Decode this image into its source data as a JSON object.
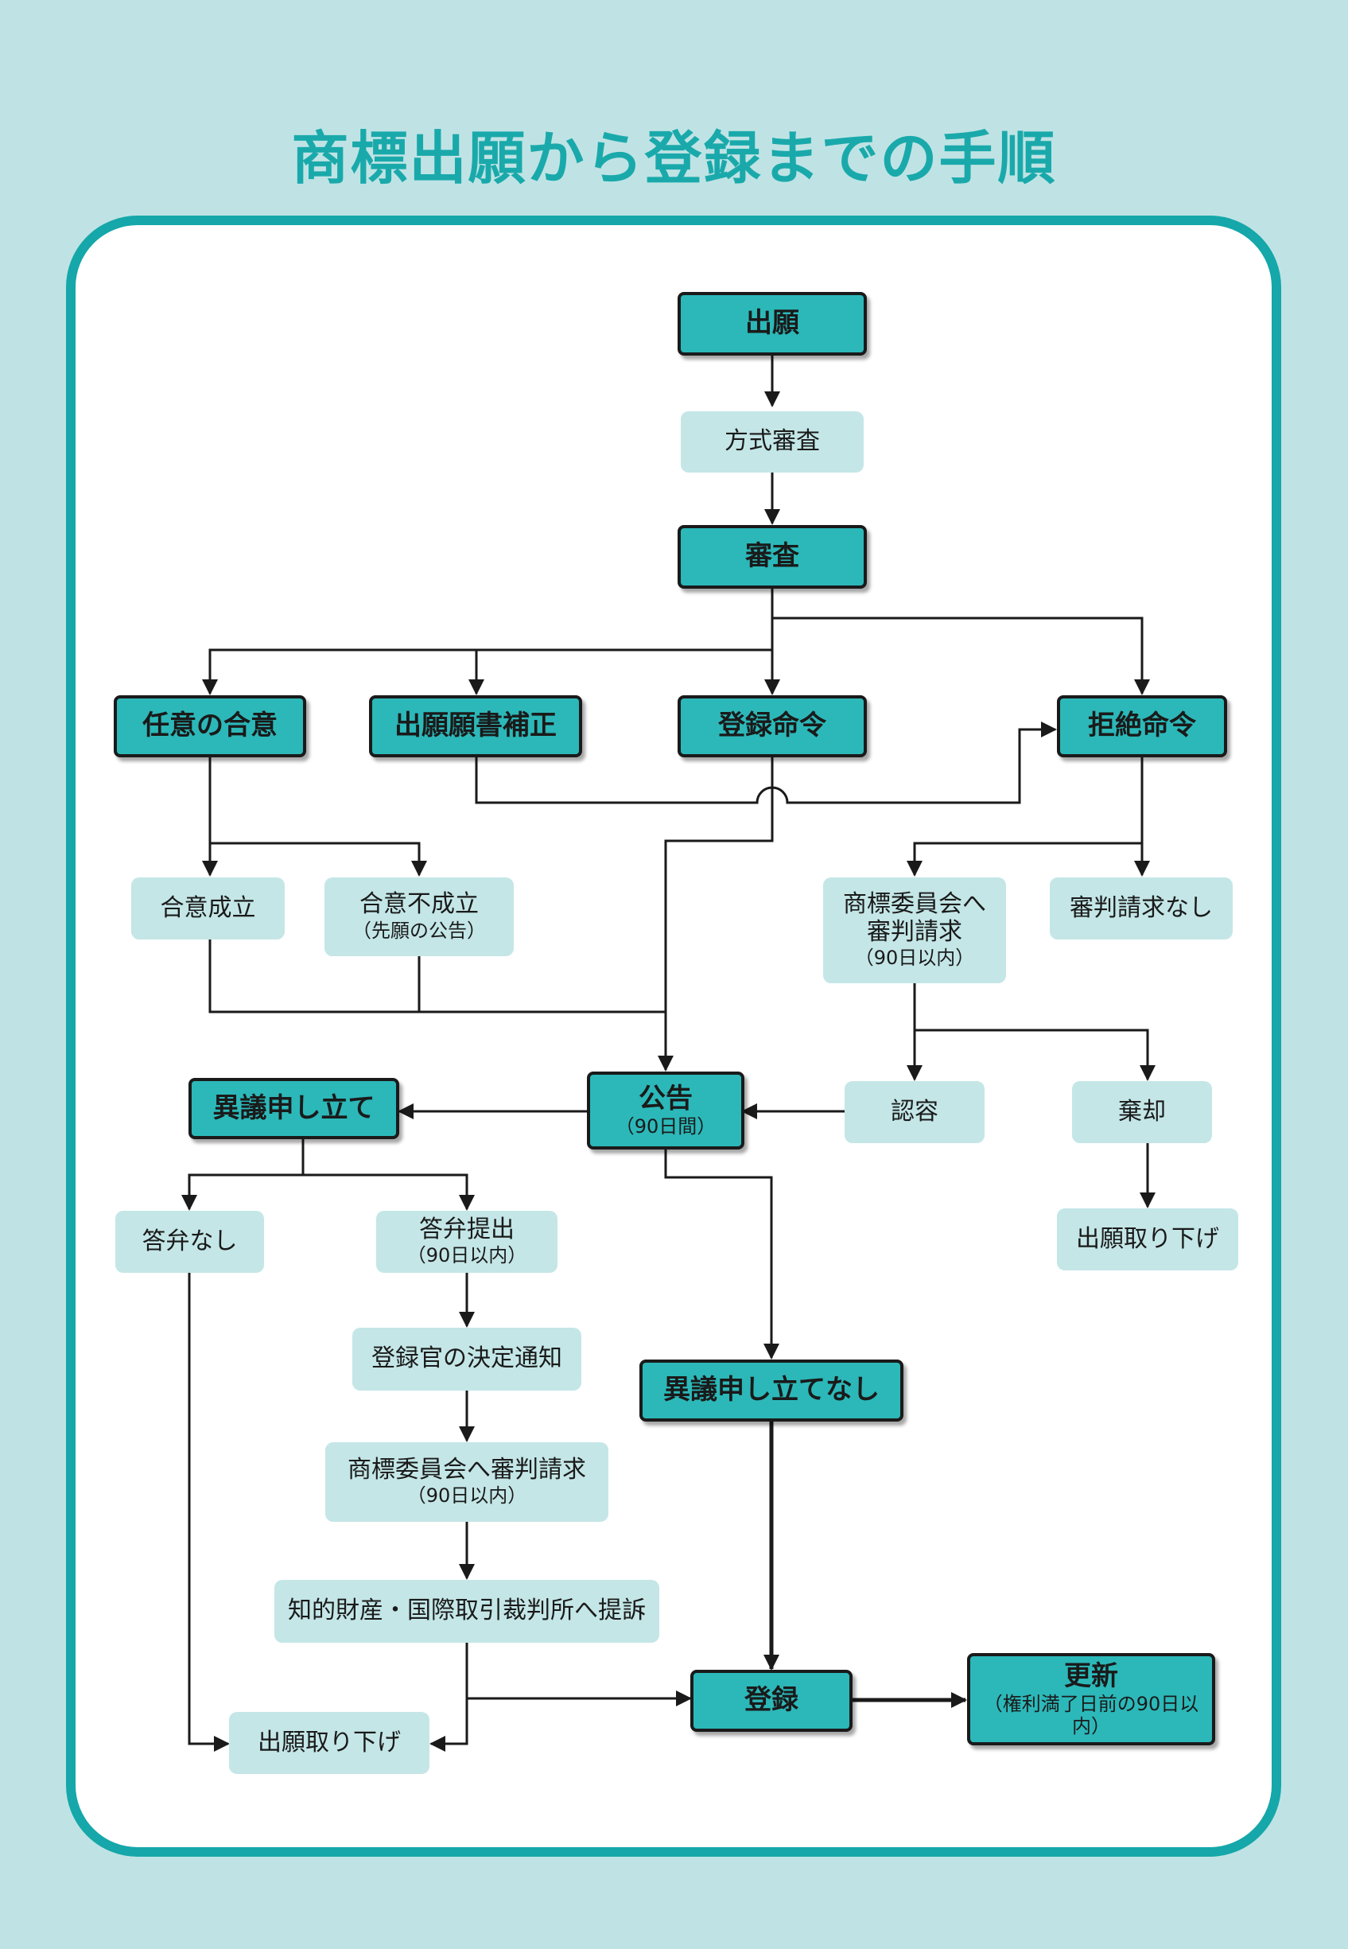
{
  "title": "商標出願から登録までの手順",
  "nodes": {
    "shutsugan": "出願",
    "hoshiki_shinsa": "方式審査",
    "shinsa": "審査",
    "nini_goi": "任意の合意",
    "hosei": "出願願書補正",
    "toroku_meirei": "登録命令",
    "kyozetsu_meirei": "拒絶命令",
    "goi_seiritsu": "合意成立",
    "goi_fuseiritsu": {
      "label": "合意不成立",
      "sub": "（先願の公告）"
    },
    "shinpan_seikyu_1": {
      "label1": "商標委員会へ",
      "label2": "審判請求",
      "sub": "（90日以内）"
    },
    "shinpan_nashi": "審判請求なし",
    "kokoku": {
      "label": "公告",
      "sub": "（90日間）"
    },
    "nintei": "認容",
    "kikyaku": "棄却",
    "torisage_right": "出願取り下げ",
    "igi": "異議申し立て",
    "toben_nashi": "答弁なし",
    "toben_teishutsu": {
      "label": "答弁提出",
      "sub": "（90日以内）"
    },
    "kettei_tsuchi": "登録官の決定通知",
    "shinpan_seikyu_2": {
      "label": "商標委員会へ審判請求",
      "sub": "（90日以内）"
    },
    "teiso": "知的財産・国際取引裁判所へ提訴",
    "igi_nashi": "異議申し立てなし",
    "torisage_left": "出願取り下げ",
    "toroku": "登録",
    "koshin": {
      "label": "更新",
      "sub": "（権利満了日前の90日以内）"
    }
  },
  "colors": {
    "frame": "#15a7a9",
    "title": "#1aa9ab",
    "dark_box": "#2cb8b9",
    "light_box": "#c4e6e7",
    "background": "#bfe3e4"
  }
}
